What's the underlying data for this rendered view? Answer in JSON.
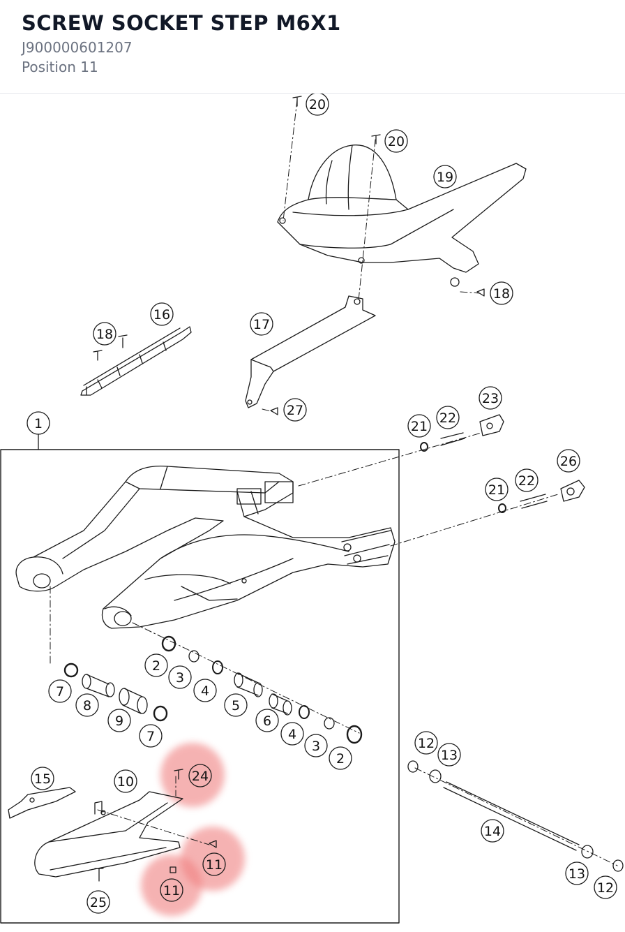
{
  "header": {
    "title": "SCREW SOCKET STEP M6X1",
    "part_number": "J900000601207",
    "position": "Position 11"
  },
  "diagram": {
    "highlight_color": "#f08080",
    "line_color": "#1a1a1a",
    "highlighted_callout": "11",
    "callouts": [
      {
        "id": "c20a",
        "label": "20"
      },
      {
        "id": "c20b",
        "label": "20"
      },
      {
        "id": "c19",
        "label": "19"
      },
      {
        "id": "c18a",
        "label": "18"
      },
      {
        "id": "c16",
        "label": "16"
      },
      {
        "id": "c18b",
        "label": "18"
      },
      {
        "id": "c17",
        "label": "17"
      },
      {
        "id": "c27",
        "label": "27"
      },
      {
        "id": "c23",
        "label": "23"
      },
      {
        "id": "c22a",
        "label": "22"
      },
      {
        "id": "c21a",
        "label": "21"
      },
      {
        "id": "c1",
        "label": "1"
      },
      {
        "id": "c26",
        "label": "26"
      },
      {
        "id": "c22b",
        "label": "22"
      },
      {
        "id": "c21b",
        "label": "21"
      },
      {
        "id": "c2a",
        "label": "2"
      },
      {
        "id": "c3a",
        "label": "3"
      },
      {
        "id": "c4a",
        "label": "4"
      },
      {
        "id": "c7a",
        "label": "7"
      },
      {
        "id": "c8",
        "label": "8"
      },
      {
        "id": "c5",
        "label": "5"
      },
      {
        "id": "c9",
        "label": "9"
      },
      {
        "id": "c6",
        "label": "6"
      },
      {
        "id": "c7b",
        "label": "7"
      },
      {
        "id": "c4b",
        "label": "4"
      },
      {
        "id": "c3b",
        "label": "3"
      },
      {
        "id": "c2b",
        "label": "2"
      },
      {
        "id": "c12a",
        "label": "12"
      },
      {
        "id": "c13a",
        "label": "13"
      },
      {
        "id": "c24",
        "label": "24"
      },
      {
        "id": "c15",
        "label": "15"
      },
      {
        "id": "c10",
        "label": "10"
      },
      {
        "id": "c14",
        "label": "14"
      },
      {
        "id": "c11a",
        "label": "11"
      },
      {
        "id": "c11b",
        "label": "11"
      },
      {
        "id": "c13b",
        "label": "13"
      },
      {
        "id": "c12b",
        "label": "12"
      },
      {
        "id": "c25",
        "label": "25"
      }
    ]
  }
}
